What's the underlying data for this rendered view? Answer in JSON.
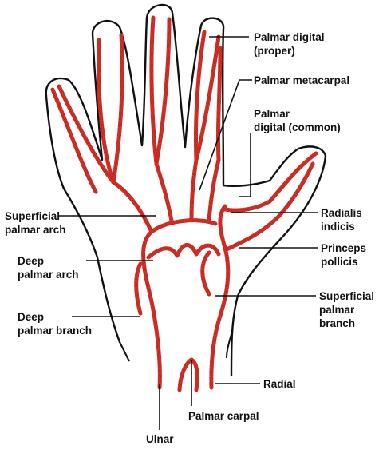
{
  "colors": {
    "artery": "#d8322a",
    "artery_dark": "#b51f17",
    "outline": "#111111",
    "leader": "#111111",
    "background": "#ffffff"
  },
  "labels": {
    "palmar_digital_proper": {
      "line1": "Palmar digital",
      "line2": "(proper)"
    },
    "palmar_metacarpal": {
      "line1": "Palmar metacarpal"
    },
    "palmar_digital_common": {
      "line1": "Palmar",
      "line2": "digital (common)"
    },
    "superficial_palmar_arch": {
      "line1": "Superficial",
      "line2": "palmar arch"
    },
    "radialis_indicis": {
      "line1": "Radialis",
      "line2": "indicis"
    },
    "princeps_pollicis": {
      "line1": "Princeps",
      "line2": "pollicis"
    },
    "deep_palmar_arch": {
      "line1": "Deep",
      "line2": "palmar arch"
    },
    "deep_palmar_branch": {
      "line1": "Deep",
      "line2": "palmar branch"
    },
    "superficial_palmar_branch": {
      "line1": "Superficial",
      "line2": "palmar",
      "line3": "branch"
    },
    "radial": {
      "line1": "Radial"
    },
    "palmar_carpal": {
      "line1": "Palmar carpal"
    },
    "ulnar": {
      "line1": "Ulnar"
    }
  }
}
